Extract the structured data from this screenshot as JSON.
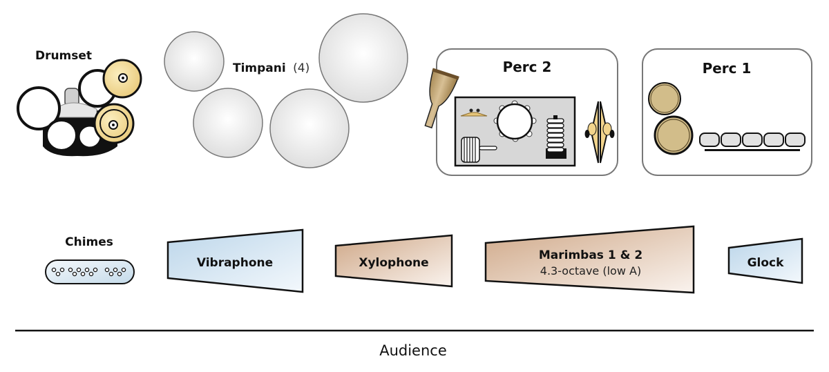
{
  "title": "Percussion Setup Stage Diagram",
  "colors": {
    "mallet_blue": "#cfe2ef",
    "mallet_wood": "#d7b597",
    "cymbal_gold": "#f2d88c",
    "drum_tan": "#d2bd8a",
    "tray_gray": "#d7d7d7",
    "outline": "#111111",
    "box_border": "#777777"
  },
  "instruments": {
    "drumset": {
      "label": "Drumset"
    },
    "timpani": {
      "label": "Timpani",
      "count_label": "(4)",
      "count": 4
    },
    "perc2": {
      "label": "Perc 2",
      "items": [
        "djembe-icon",
        "hi-hat-icon",
        "tambourine-icon",
        "ratchet-icon",
        "spring-coil-icon",
        "crash-cymbals-icon"
      ]
    },
    "perc1": {
      "label": "Perc 1",
      "items": [
        "tom-drum-icon",
        "tom-drum-icon",
        "temple-blocks-icon"
      ],
      "temple_block_count": 5
    },
    "chimes": {
      "label": "Chimes"
    },
    "vibraphone": {
      "label": "Vibraphone"
    },
    "xylophone": {
      "label": "Xylophone"
    },
    "marimbas": {
      "label": "Marimbas 1 & 2",
      "sublabel": "4.3-octave (low A)"
    },
    "glock": {
      "label": "Glock"
    }
  },
  "audience": {
    "label": "Audience"
  }
}
